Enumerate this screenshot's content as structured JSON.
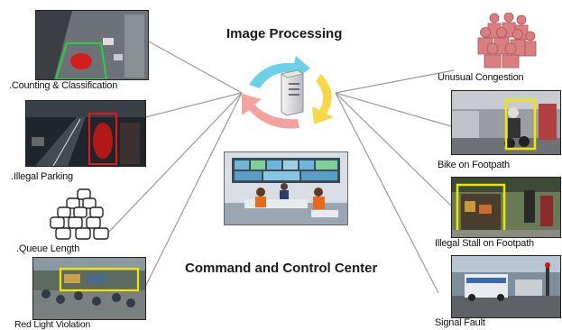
{
  "diagram": {
    "hub_title": "Image Processing",
    "center_title": "Command and Control Center",
    "left_items": [
      {
        "label": ".Counting & Classification",
        "icon": "car-counting-photo"
      },
      {
        "label": ".Illegal Parking",
        "icon": "illegal-parking-photo"
      },
      {
        "label": ".Queue Length",
        "icon": "car-queue-icon"
      },
      {
        "label": "Red Light Violation",
        "icon": "red-light-violation-photo"
      }
    ],
    "right_items": [
      {
        "label": "Unusual Congestion",
        "icon": "crowd-icon"
      },
      {
        "label": "Bike on Footpath",
        "icon": "bike-on-footpath-photo"
      },
      {
        "label": "Illegal Stall  on Footpath",
        "icon": "illegal-stall-photo"
      },
      {
        "label": "Signal Fault",
        "icon": "signal-fault-photo"
      }
    ],
    "colors": {
      "highlight_yellow": "#f2e600",
      "highlight_red": "#e11b1b",
      "cycle_cyan": "#6ed0e6",
      "cycle_yellow": "#f6d84a",
      "cycle_pink": "#f2a3a0",
      "crowd_pink": "#d97f80",
      "line_gray": "#9a9a9a"
    }
  }
}
